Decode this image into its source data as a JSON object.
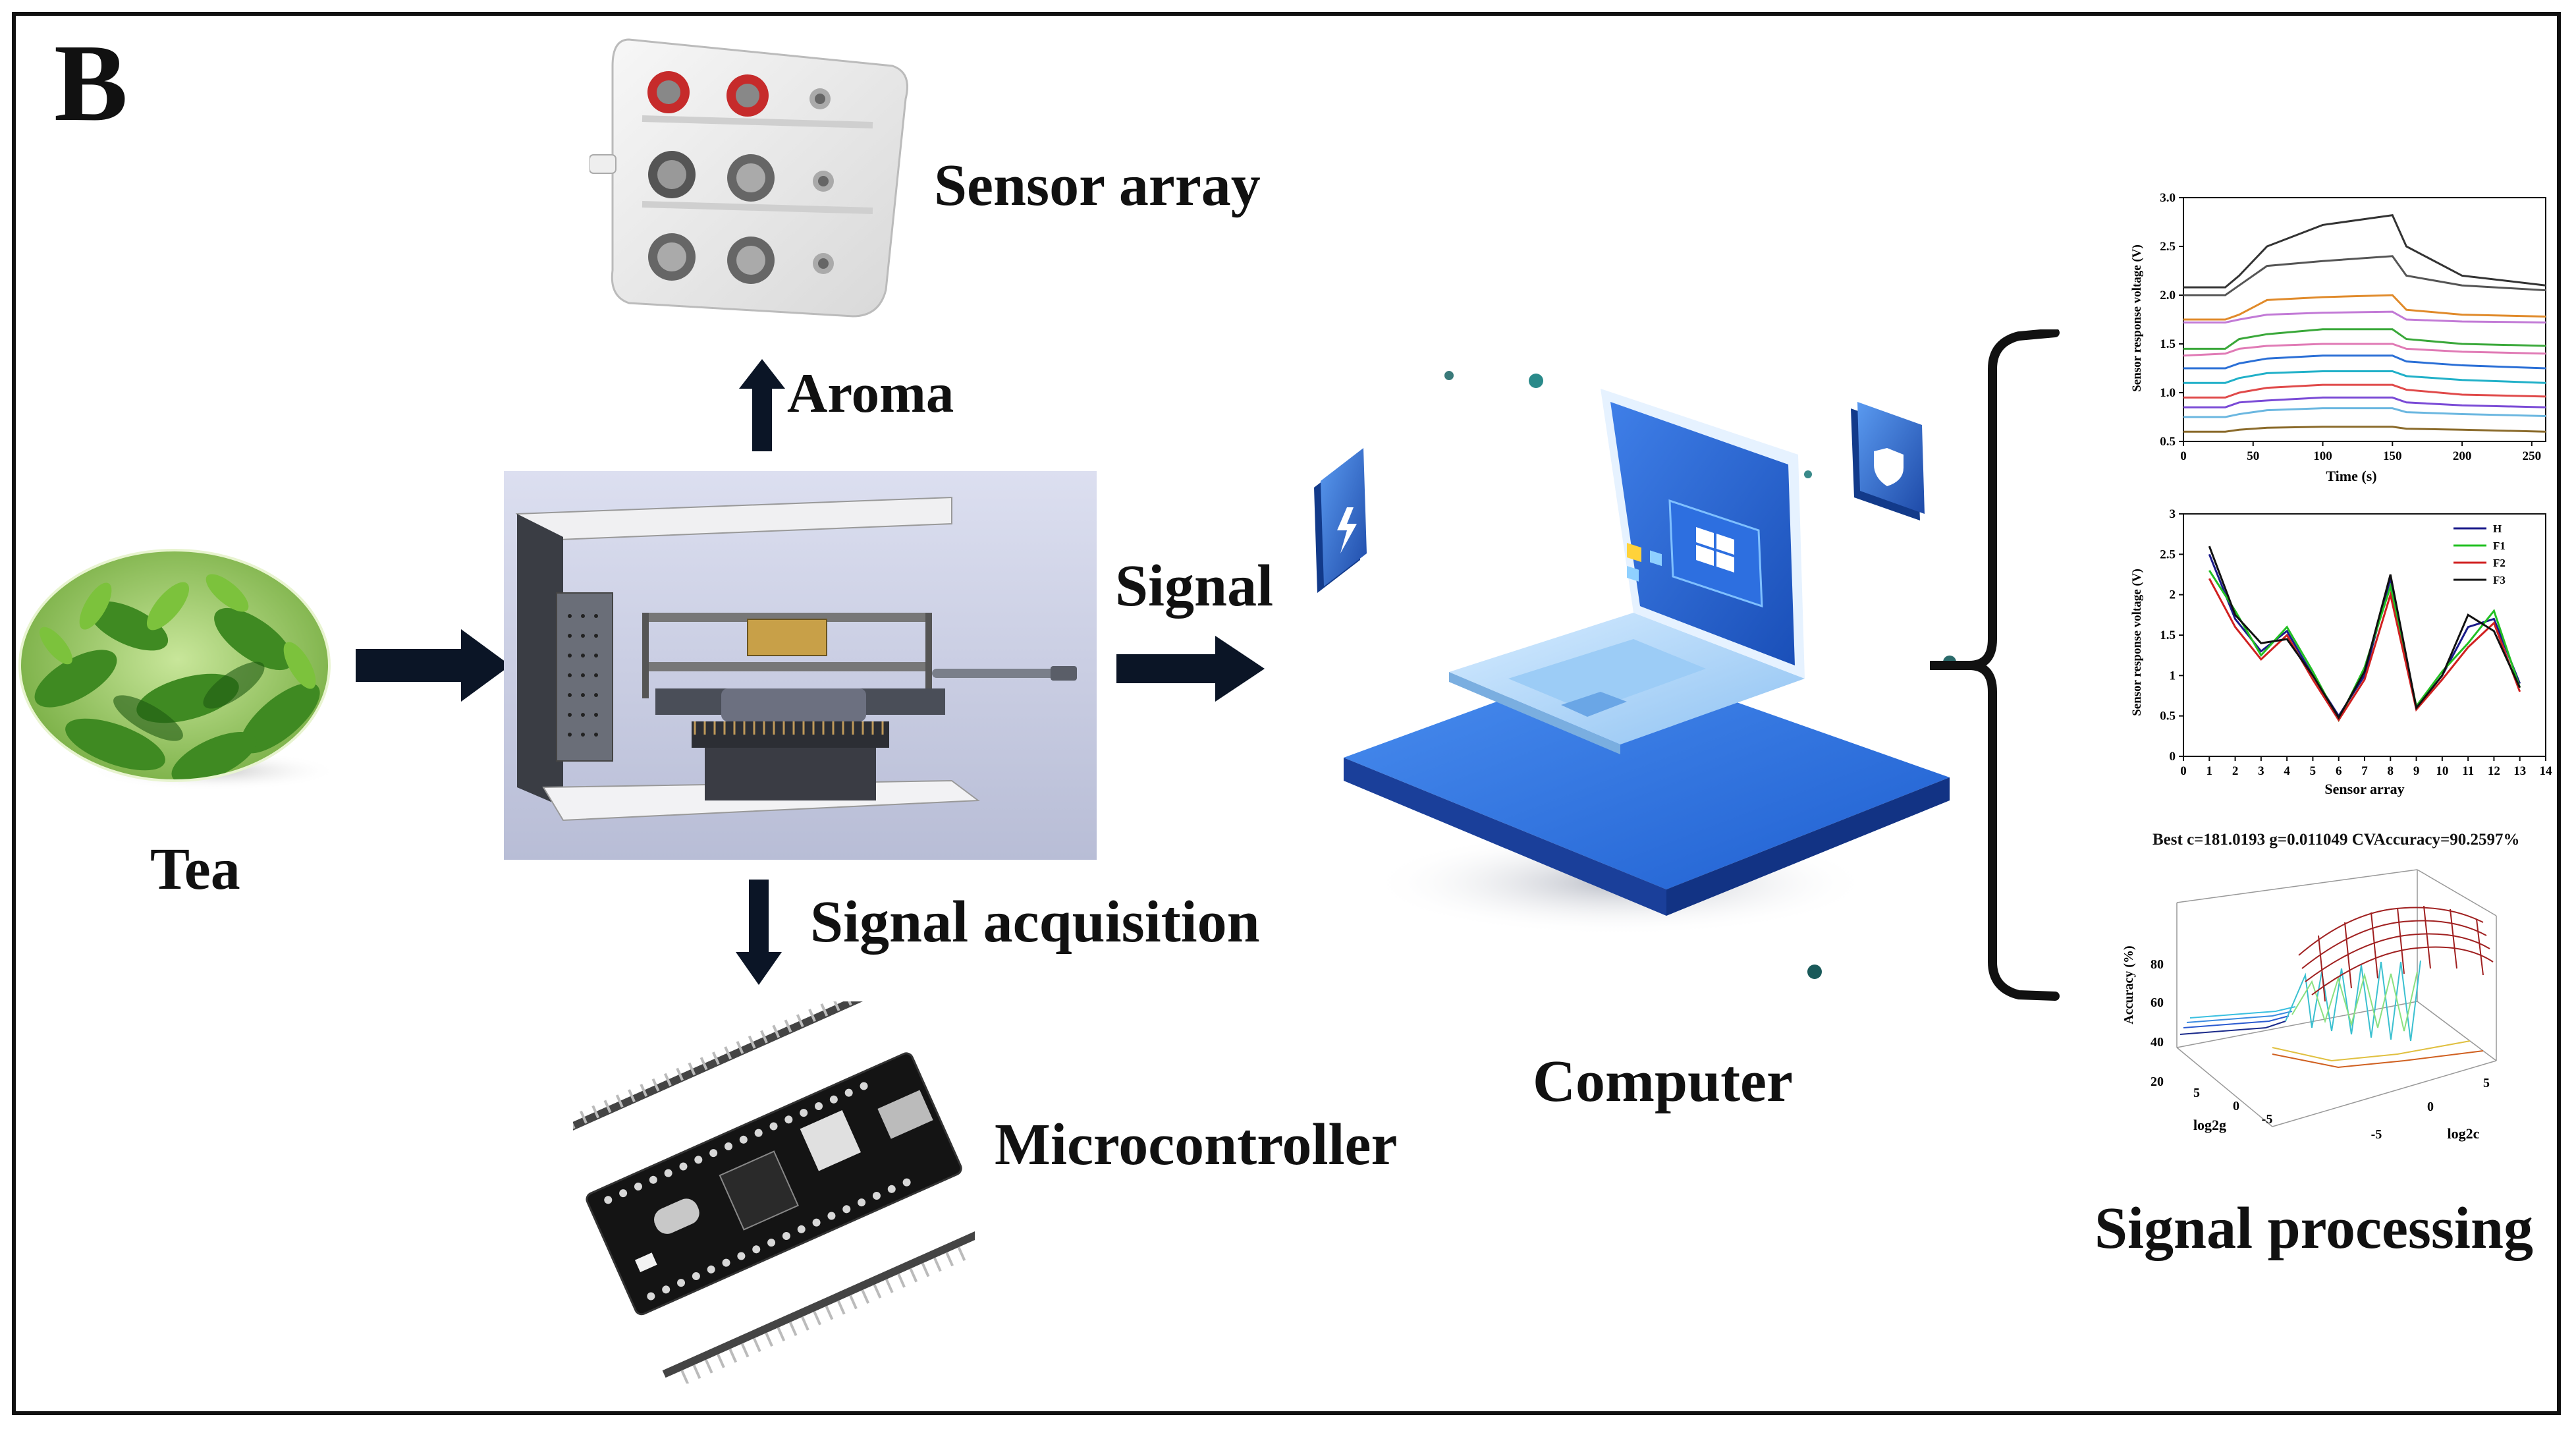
{
  "panel_letter": "B",
  "labels": {
    "tea": "Tea",
    "aroma": "Aroma",
    "sensor_array": "Sensor array",
    "signal": "Signal",
    "signal_acquisition": "Signal acquisition",
    "microcontroller": "Microcontroller",
    "computer": "Computer",
    "signal_processing": "Signal processing"
  },
  "chart_data": [
    {
      "type": "line",
      "xlabel": "Time (s)",
      "ylabel": "Sensor response voltage (V)",
      "xticks": [
        "0",
        "50",
        "100",
        "150",
        "200",
        "250"
      ],
      "yticks": [
        "0.5",
        "1.0",
        "1.5",
        "2.0",
        "2.5",
        "3.0"
      ],
      "xlim": [
        0,
        260
      ],
      "ylim": [
        0.5,
        3.0
      ],
      "x": [
        0,
        30,
        40,
        60,
        100,
        150,
        160,
        200,
        260
      ],
      "series": [
        {
          "color": "#333333",
          "values": [
            2.08,
            2.08,
            2.2,
            2.5,
            2.72,
            2.82,
            2.5,
            2.2,
            2.1
          ]
        },
        {
          "color": "#555555",
          "values": [
            2.0,
            2.0,
            2.1,
            2.3,
            2.35,
            2.4,
            2.2,
            2.1,
            2.05
          ]
        },
        {
          "color": "#e08a2a",
          "values": [
            1.75,
            1.75,
            1.8,
            1.95,
            1.98,
            2.0,
            1.85,
            1.8,
            1.78
          ]
        },
        {
          "color": "#c27ad6",
          "values": [
            1.72,
            1.72,
            1.75,
            1.8,
            1.82,
            1.83,
            1.75,
            1.73,
            1.72
          ]
        },
        {
          "color": "#3aa83a",
          "values": [
            1.45,
            1.45,
            1.55,
            1.6,
            1.65,
            1.65,
            1.55,
            1.5,
            1.48
          ]
        },
        {
          "color": "#e07ab5",
          "values": [
            1.38,
            1.4,
            1.45,
            1.48,
            1.5,
            1.5,
            1.45,
            1.42,
            1.4
          ]
        },
        {
          "color": "#2a6fd6",
          "values": [
            1.25,
            1.25,
            1.3,
            1.35,
            1.38,
            1.38,
            1.32,
            1.28,
            1.25
          ]
        },
        {
          "color": "#20b0c8",
          "values": [
            1.1,
            1.1,
            1.15,
            1.2,
            1.22,
            1.22,
            1.17,
            1.13,
            1.1
          ]
        },
        {
          "color": "#e04a4a",
          "values": [
            0.95,
            0.95,
            1.0,
            1.05,
            1.08,
            1.08,
            1.03,
            0.98,
            0.96
          ]
        },
        {
          "color": "#7a4ad6",
          "values": [
            0.85,
            0.85,
            0.9,
            0.92,
            0.95,
            0.95,
            0.9,
            0.87,
            0.85
          ]
        },
        {
          "color": "#6bb7e0",
          "values": [
            0.75,
            0.75,
            0.78,
            0.82,
            0.84,
            0.84,
            0.8,
            0.78,
            0.76
          ]
        },
        {
          "color": "#8a6a2a",
          "values": [
            0.6,
            0.6,
            0.62,
            0.64,
            0.65,
            0.65,
            0.63,
            0.62,
            0.6
          ]
        }
      ]
    },
    {
      "type": "line",
      "xlabel": "Sensor array",
      "ylabel": "Sensor response voltage (V)",
      "xticks": [
        "0",
        "1",
        "2",
        "3",
        "4",
        "5",
        "6",
        "7",
        "8",
        "9",
        "10",
        "11",
        "12",
        "13",
        "14"
      ],
      "yticks": [
        "0",
        "0.5",
        "1",
        "1.5",
        "2",
        "2.5",
        "3"
      ],
      "xlim": [
        0,
        14
      ],
      "ylim": [
        0,
        3
      ],
      "x": [
        1,
        2,
        3,
        4,
        5,
        6,
        7,
        8,
        9,
        10,
        11,
        12,
        13
      ],
      "series": [
        {
          "name": "H",
          "color": "#1a1a8a",
          "values": [
            2.5,
            1.7,
            1.3,
            1.55,
            1.0,
            0.5,
            1.0,
            2.2,
            0.6,
            1.0,
            1.6,
            1.7,
            0.9
          ]
        },
        {
          "name": "F1",
          "color": "#22c022",
          "values": [
            2.3,
            1.8,
            1.25,
            1.6,
            1.05,
            0.45,
            1.1,
            2.1,
            0.62,
            1.05,
            1.4,
            1.8,
            0.85
          ]
        },
        {
          "name": "F2",
          "color": "#d02020",
          "values": [
            2.2,
            1.6,
            1.2,
            1.5,
            0.95,
            0.45,
            0.95,
            2.0,
            0.58,
            0.95,
            1.35,
            1.65,
            0.8
          ]
        },
        {
          "name": "F3",
          "color": "#111111",
          "values": [
            2.6,
            1.75,
            1.4,
            1.45,
            1.0,
            0.48,
            1.05,
            2.25,
            0.6,
            1.0,
            1.75,
            1.55,
            0.85
          ]
        }
      ]
    },
    {
      "type": "surface",
      "title": "Best c=181.0193 g=0.011049 CVAccuracy=90.2597%",
      "zlabel": "Accuracy (%)",
      "xlabel": "log2c",
      "ylabel": "log2g",
      "zticks": [
        "20",
        "40",
        "60",
        "80"
      ],
      "g_ticks": [
        "5",
        "0",
        "-5"
      ],
      "c_ticks": [
        "-5",
        "0",
        "5"
      ]
    }
  ]
}
